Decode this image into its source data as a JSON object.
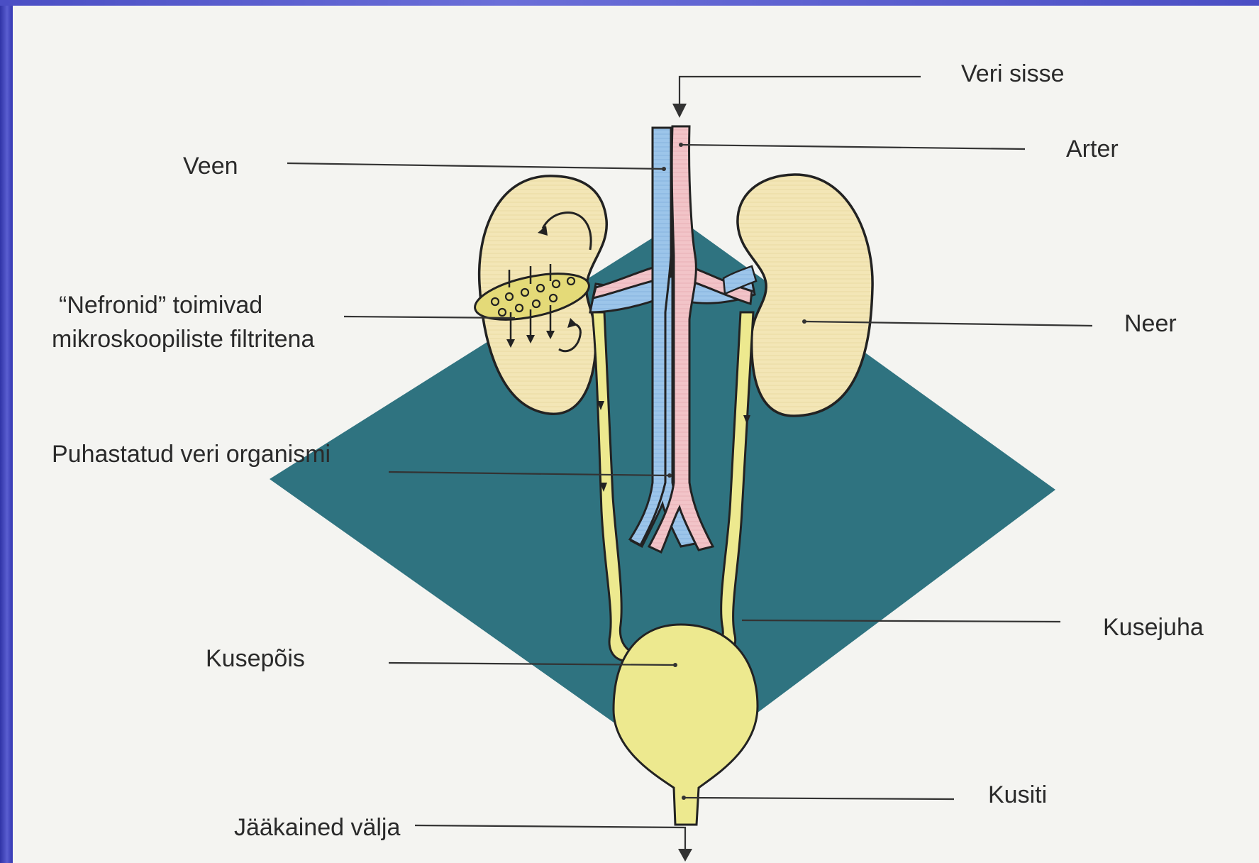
{
  "labels": {
    "veri_sisse": "Veri sisse",
    "arter": "Arter",
    "veen": "Veen",
    "nefronid_line1": "“Nefronid” toimivad",
    "nefronid_line2": "mikroskoopiliste filtritena",
    "neer": "Neer",
    "puhastatud": "Puhastatud veri organismi",
    "kusejuha": "Kusejuha",
    "kusepois": "Kusepõis",
    "kusiti": "Kusiti",
    "jaakained": "Jääkained välja"
  },
  "colors": {
    "background_frame": "#3b3fb8",
    "paper": "#f4f4f1",
    "diamond": "#2f7380",
    "vein": "#9cc5ea",
    "artery": "#f2c4c8",
    "kidney": "#f3e6b6",
    "ureter_bladder": "#ede98f",
    "leader_lines": "#333333"
  }
}
